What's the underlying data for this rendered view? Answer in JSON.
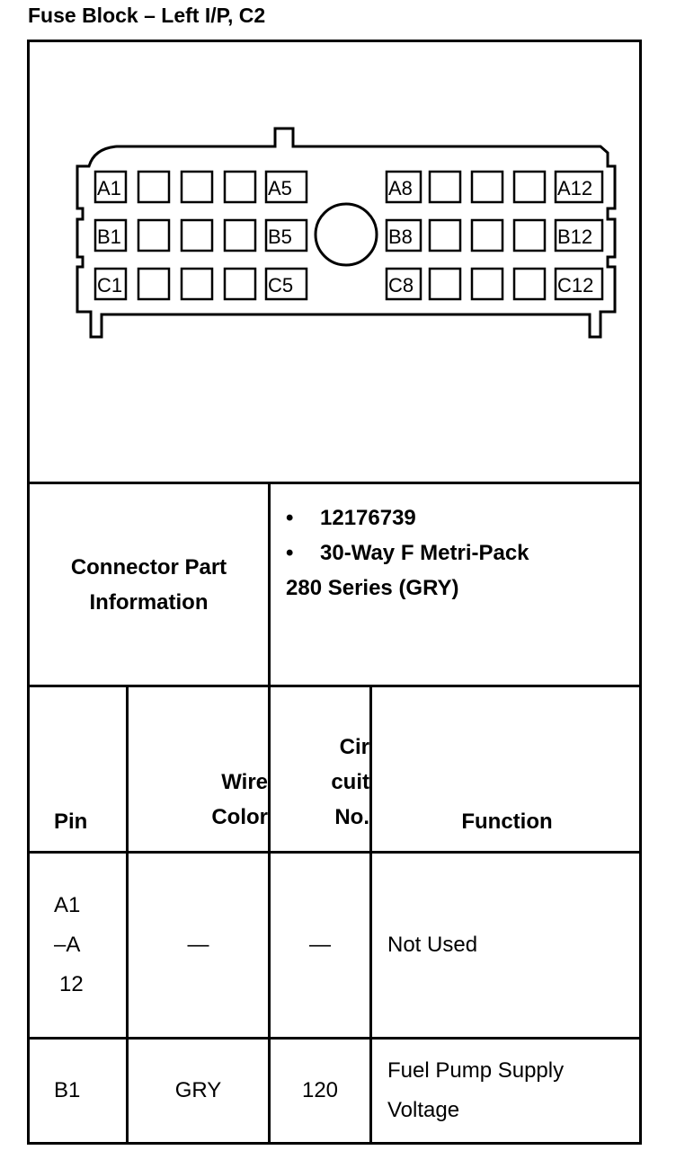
{
  "title": "Fuse Block – Left I/P, C2",
  "connector": {
    "pin_labels": [
      "A1",
      "A5",
      "A8",
      "A12",
      "B1",
      "B5",
      "B8",
      "B12",
      "C1",
      "C5",
      "C8",
      "C12"
    ]
  },
  "part_info": {
    "label_line1": "Connector Part",
    "label_line2": "Information",
    "bullet_glyph": "•",
    "part_number": "12176739",
    "description_line1": "30-Way F Metri-Pack",
    "description_line2": "280 Series (GRY)"
  },
  "table": {
    "headers": {
      "pin": "Pin",
      "wire_color_line1": "Wire",
      "wire_color_line2": "Color",
      "circuit_line1": "Cir",
      "circuit_line2": "cuit",
      "circuit_line3": "No.",
      "function": "Function"
    },
    "rows": [
      {
        "pin_line1": "A1",
        "pin_line2": "–A",
        "pin_line3": "12",
        "wire_color": "—",
        "circuit": "—",
        "function": "Not Used"
      },
      {
        "pin": "B1",
        "wire_color": "GRY",
        "circuit": "120",
        "function_line1": "Fuel Pump Supply",
        "function_line2": "Voltage"
      }
    ]
  }
}
